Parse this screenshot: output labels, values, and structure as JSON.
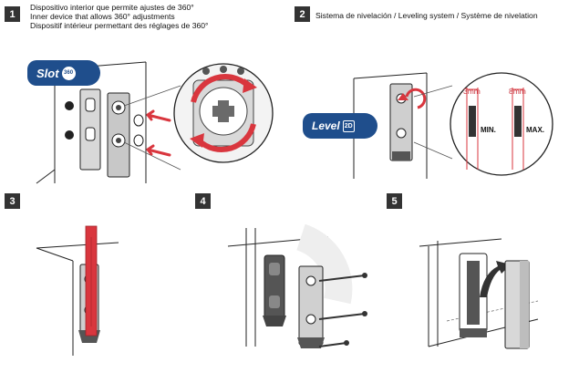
{
  "steps": [
    {
      "number": "1",
      "caption_lines": [
        "Dispositivo interior que permite ajustes de 360°",
        "Inner device that allows 360° adjustments",
        "Dispositif intérieur permettant des réglages de 360°"
      ],
      "badge_label": "Slot",
      "badge_mark": "360"
    },
    {
      "number": "2",
      "caption": "Sistema de nivelación  /  Leveling system  / Système de nivelation",
      "badge_label": "Level",
      "badge_mark": "2D",
      "gap_min_value": "3mm",
      "gap_max_value": "8mm",
      "gap_min_label": "MIN.",
      "gap_max_label": "MAX."
    },
    {
      "number": "3"
    },
    {
      "number": "4"
    },
    {
      "number": "5"
    }
  ],
  "colors": {
    "badge_bg": "#333333",
    "brand_blue": "#1f4e8c",
    "accent_red": "#d9363e",
    "line": "#222222",
    "part_grey": "#9a9a9a"
  }
}
